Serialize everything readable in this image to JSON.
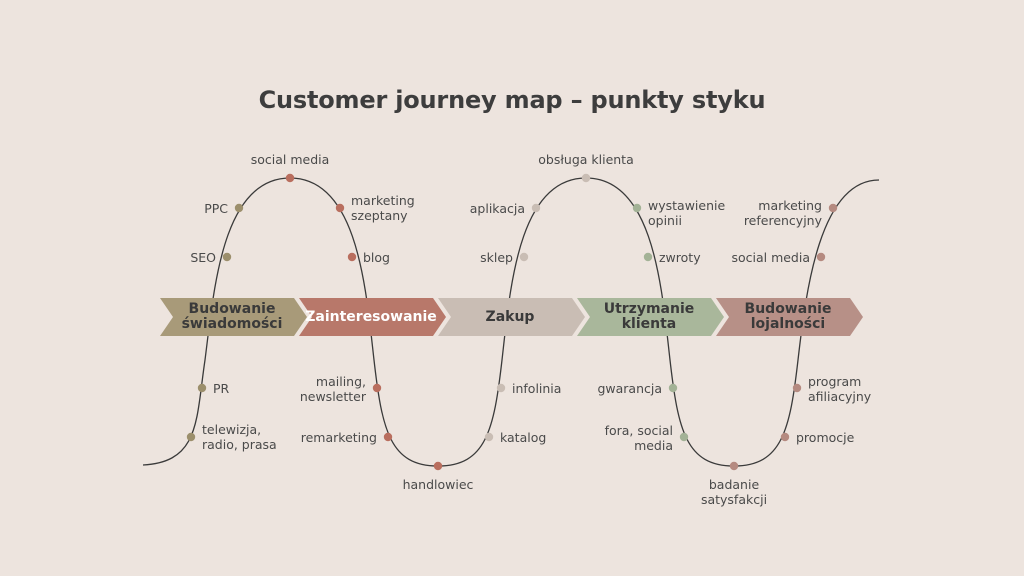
{
  "title": "Customer journey map – punkty styku",
  "stages": [
    {
      "label": "Budowanie\nświadomości",
      "color": "#a89a79"
    },
    {
      "label": "Zainteresowanie",
      "color": "#b8786a"
    },
    {
      "label": "Zakup",
      "color": "#c9bdb4"
    },
    {
      "label": "Utrzymanie\nklienta",
      "color": "#a9b79b"
    },
    {
      "label": "Budowanie\nlojalności",
      "color": "#b79087"
    }
  ],
  "touchpoints": {
    "social_media_1": "social media",
    "ppc": "PPC",
    "seo": "SEO",
    "marketing_szeptany": "marketing\nszeptany",
    "blog": "blog",
    "pr": "PR",
    "telewizja": "telewizja,\nradio, prasa",
    "mailing": "mailing,\nnewsletter",
    "remarketing": "remarketing",
    "handlowiec": "handlowiec",
    "obsluga": "obsługa klienta",
    "aplikacja": "aplikacja",
    "sklep": "sklep",
    "wystawienie": "wystawienie\nopinii",
    "zwroty": "zwroty",
    "infolinia": "infolinia",
    "katalog": "katalog",
    "gwarancja": "gwarancja",
    "fora": "fora, social\nmedia",
    "badanie": "badanie\nsatysfakcji",
    "referencyjny": "marketing\nreferencyjny",
    "social_media_2": "social media",
    "program": "program\nafiliacyjny",
    "promocje": "promocje"
  },
  "colors": {
    "olive": "#9c8f6c",
    "rust": "#b96e5e",
    "sand": "#c9bdb4",
    "sage": "#a3b296",
    "rose": "#b58a80",
    "line": "#3a3a3a"
  }
}
